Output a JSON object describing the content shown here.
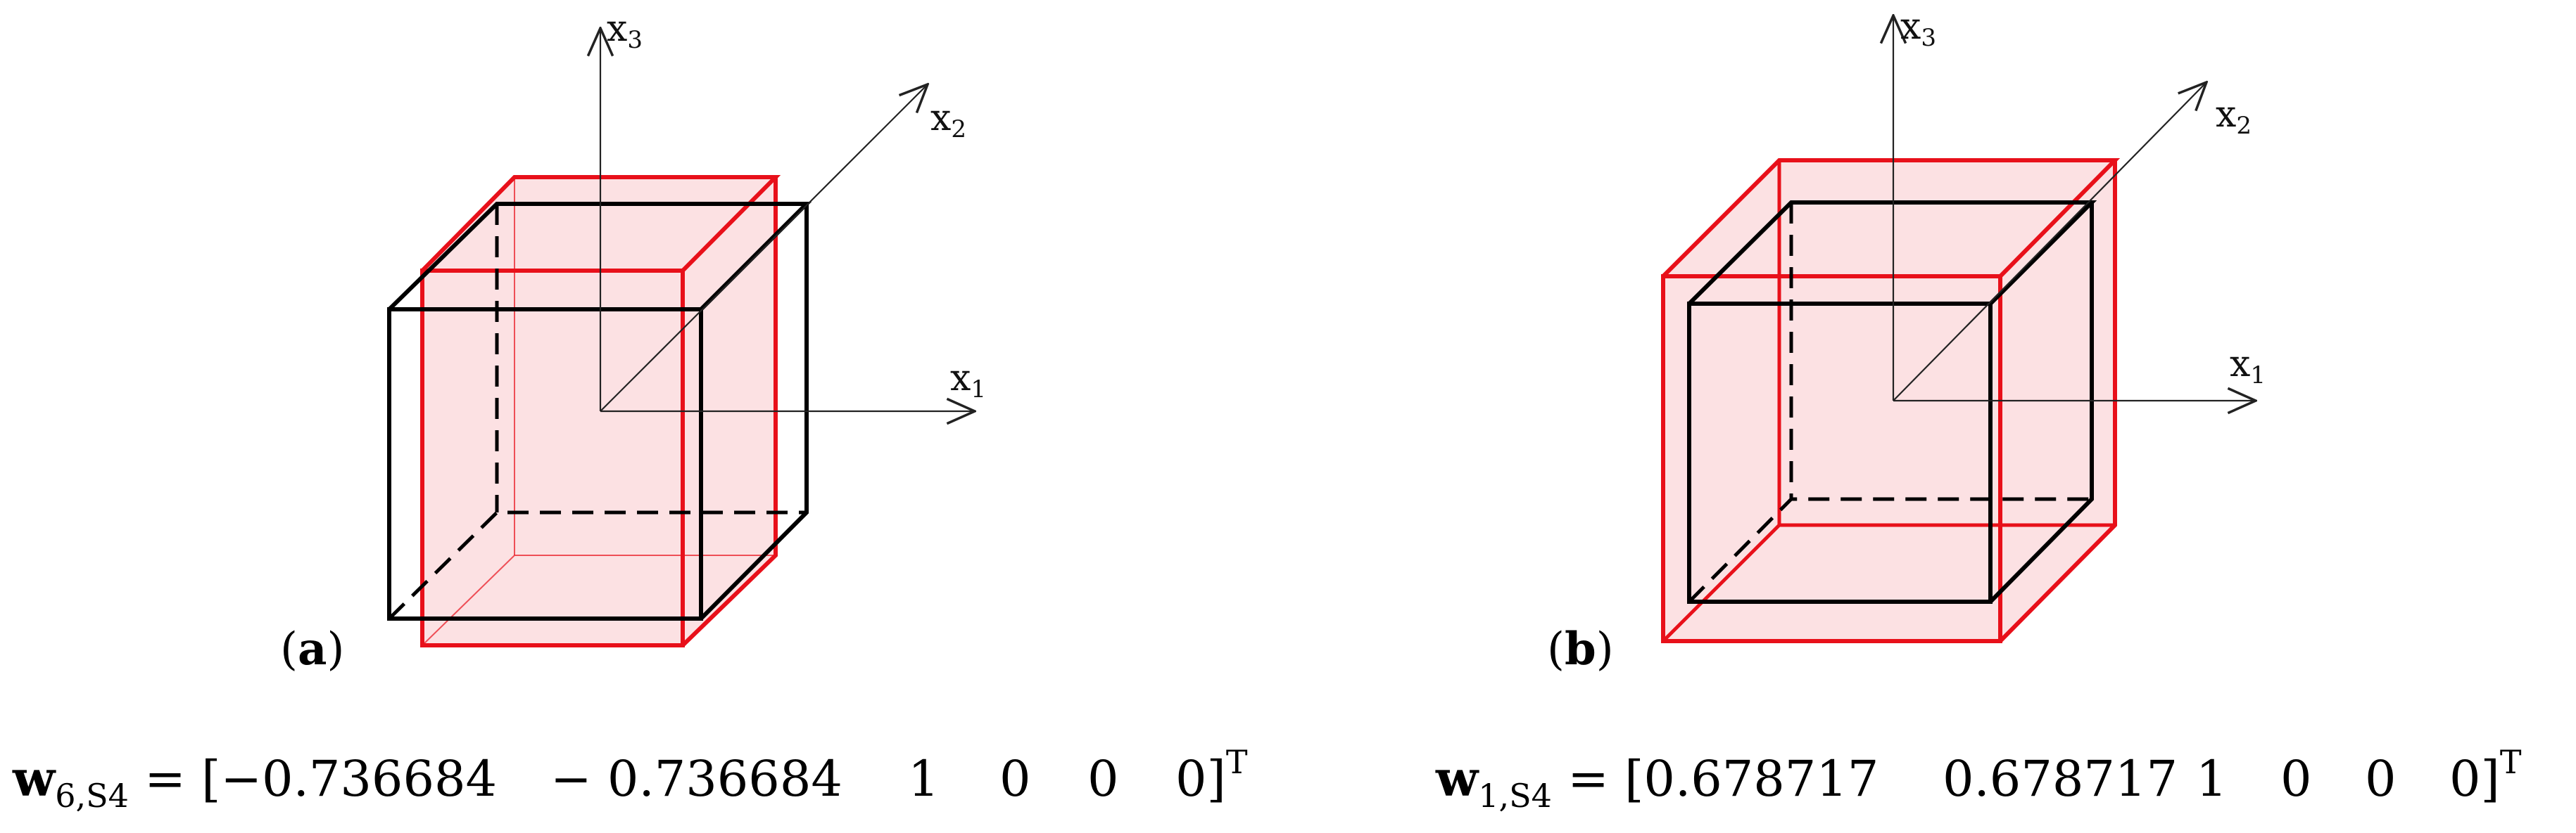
{
  "colors": {
    "deformed_edge": "#e8101a",
    "deformed_fill": "#f9c9cc",
    "cube_edge": "#000000",
    "axis": "#222222"
  },
  "panels": [
    {
      "label_letter": "a",
      "axes": [
        {
          "base": "x",
          "sub": "1"
        },
        {
          "base": "x",
          "sub": "2"
        },
        {
          "base": "x",
          "sub": "3"
        }
      ],
      "vector": {
        "base": "w",
        "sub": "6,S4",
        "sup": "T",
        "components": [
          "−0.736684",
          "− 0.736684",
          "1",
          "0",
          "0",
          "0"
        ]
      }
    },
    {
      "label_letter": "b",
      "axes": [
        {
          "base": "x",
          "sub": "1"
        },
        {
          "base": "x",
          "sub": "2"
        },
        {
          "base": "x",
          "sub": "3"
        }
      ],
      "vector": {
        "base": "w",
        "sub": "1,S4",
        "sup": "T",
        "components": [
          "0.678717",
          "0.678717",
          "1",
          "0",
          "0",
          "0"
        ]
      }
    }
  ]
}
